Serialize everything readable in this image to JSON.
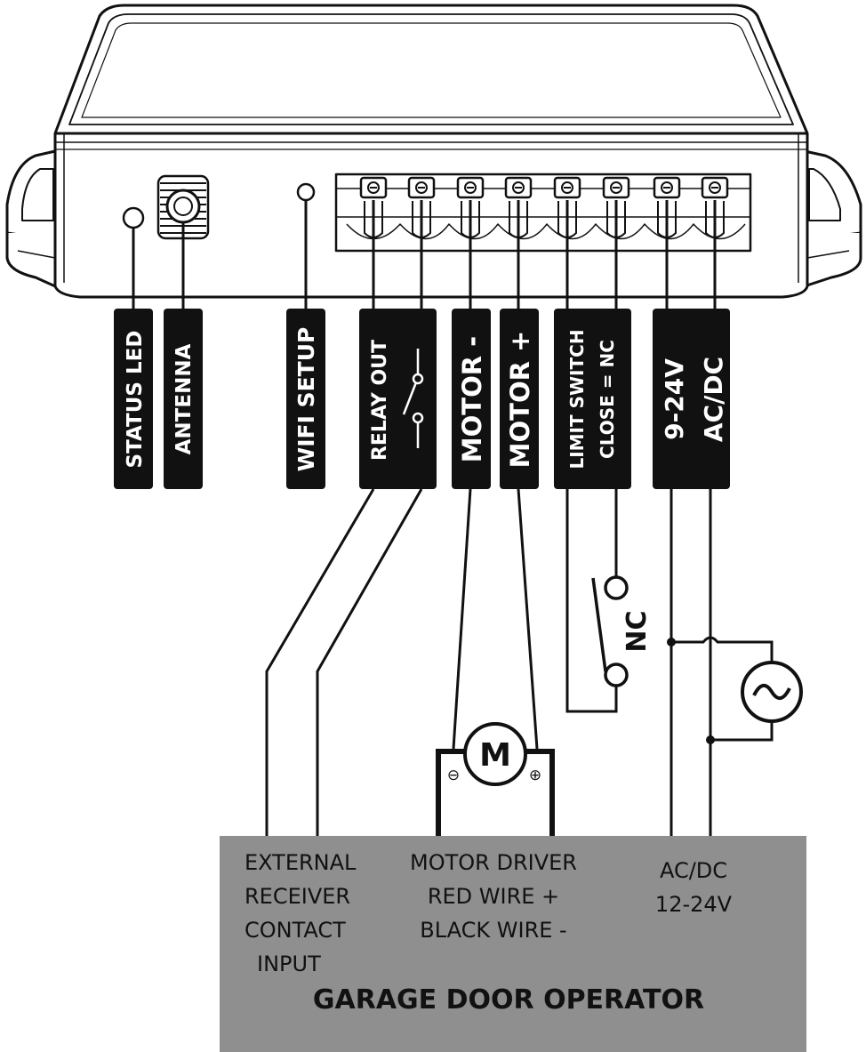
{
  "colors": {
    "background": "#ffffff",
    "line": "#111111",
    "label_bg": "#111111",
    "label_text": "#ffffff",
    "operator_bg": "#8f8f8f",
    "operator_text": "#111111"
  },
  "device": {
    "name": "controller-enclosure",
    "labels": {
      "status_led": "STATUS LED",
      "antenna": "ANTENNA",
      "wifi_setup": "WIFI SETUP",
      "relay_out": "RELAY OUT",
      "motor_minus": "MOTOR -",
      "motor_plus": "MOTOR +",
      "limit_switch_line1": "LIMIT SWITCH",
      "limit_switch_line2": "CLOSE = NC",
      "power_line1": "9-24V",
      "power_line2": "AC/DC"
    }
  },
  "symbols": {
    "motor": "M",
    "nc_switch": "NC",
    "ac_source_icon": "ac-sine-icon",
    "motor_minus_sign": "⊖",
    "motor_plus_sign": "⊕"
  },
  "operator": {
    "title": "GARAGE DOOR OPERATOR",
    "external_receiver": [
      "EXTERNAL",
      "RECEIVER",
      "CONTACT",
      "INPUT"
    ],
    "motor_driver": [
      "MOTOR DRIVER",
      "RED WIRE +",
      "BLACK WIRE -"
    ],
    "power": [
      "AC/DC",
      "12-24V"
    ]
  }
}
